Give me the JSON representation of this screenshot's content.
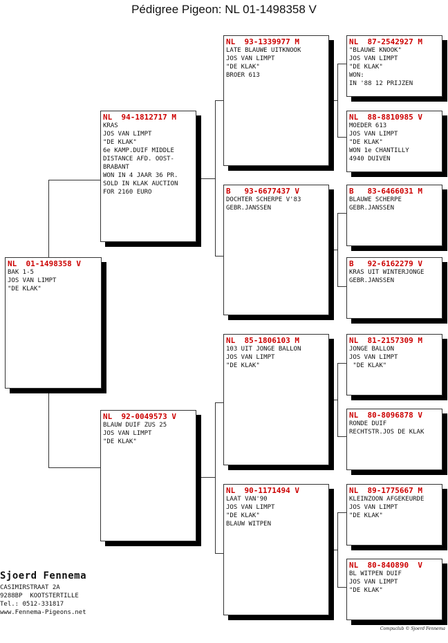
{
  "title": "Pédigree Pigeon: NL  01-1498358 V",
  "cards": {
    "subject": {
      "header": "NL  01-1498358 V",
      "lines": [
        "BAK 1-5",
        "JOS VAN LIMPT",
        "\"DE KLAK\""
      ]
    },
    "sire": {
      "header": "NL  94-1812717 M",
      "lines": [
        "KRAS",
        "JOS VAN LIMPT",
        "\"DE KLAK\"",
        "6e KAMP.DUIF MIDDLE",
        "DISTANCE AFD. OOST-",
        "BRABANT",
        "WON IN 4 JAAR 36 PR.",
        "SOLD IN KLAK AUCTION",
        "FOR 2160 EURO"
      ]
    },
    "dam": {
      "header": "NL  92-0049573 V",
      "lines": [
        "BLAUW DUIF ZUS 25",
        "JOS VAN LIMPT",
        "\"DE KLAK\""
      ]
    },
    "ss": {
      "header": "NL  93-1339977 M",
      "lines": [
        "LATE BLAUWE UITKNOOK",
        "JOS VAN LIMPT",
        "\"DE KLAK\"",
        "BROER 613"
      ]
    },
    "sd": {
      "header": "B   93-6677437 V",
      "lines": [
        "DOCHTER SCHERPE V'83",
        "GEBR.JANSSEN"
      ]
    },
    "ds": {
      "header": "NL  85-1806103 M",
      "lines": [
        "103 UIT JONGE BALLON",
        "JOS VAN LIMPT",
        "\"DE KLAK\""
      ]
    },
    "dd": {
      "header": "NL  90-1171494 V",
      "lines": [
        "LAAT VAN'90",
        "JOS VAN LIMPT",
        "\"DE KLAK\"",
        "BLAUW WITPEN"
      ]
    },
    "sss": {
      "header": "NL  87-2542927 M",
      "lines": [
        "\"BLAUWE KNOOK\"",
        "JOS VAN LIMPT",
        "\"DE KLAK\"",
        "WON:",
        "IN '88 12 PRIJZEN"
      ]
    },
    "ssd": {
      "header": "NL  88-8810985 V",
      "lines": [
        "MOEDER 613",
        "JOS VAN LIMPT",
        "\"DE KLAK\"",
        "WON 1e CHANTILLY",
        "4940 DUIVEN"
      ]
    },
    "sds": {
      "header": "B   83-6466031 M",
      "lines": [
        "BLAUWE SCHERPE",
        "GEBR.JANSSEN"
      ]
    },
    "sdd": {
      "header": "B   92-6162279 V",
      "lines": [
        "KRAS UIT WINTERJONGE",
        "GEBR.JANSSEN"
      ]
    },
    "dss": {
      "header": "NL  81-2157309 M",
      "lines": [
        "JONGE BALLON",
        "JOS VAN LIMPT",
        " \"DE KLAK\""
      ]
    },
    "dsd": {
      "header": "NL  80-8096878 V",
      "lines": [
        "RONDE DUIF",
        "RECHTSTR.JOS DE KLAK"
      ]
    },
    "dds": {
      "header": "NL  89-1775667 M",
      "lines": [
        "KLEINZOON AFGEKEURDE",
        "JOS VAN LIMPT",
        "\"DE KLAK\""
      ]
    },
    "ddd": {
      "header": "NL  80-840890  V",
      "lines": [
        "BL WITPEN DUIF",
        "JOS VAN LIMPT",
        "\"DE KLAK\""
      ]
    }
  },
  "breeder": {
    "name": "Sjoerd Fennema",
    "address": "CASIMIRSTRAAT 2A",
    "city": "9288BP  KOOTSTERTILLE",
    "phone": "Tel.: 0512-331817",
    "web": "www.Fennema-Pigeons.net"
  },
  "credit": "Compuclub © Sjoerd Fennema"
}
